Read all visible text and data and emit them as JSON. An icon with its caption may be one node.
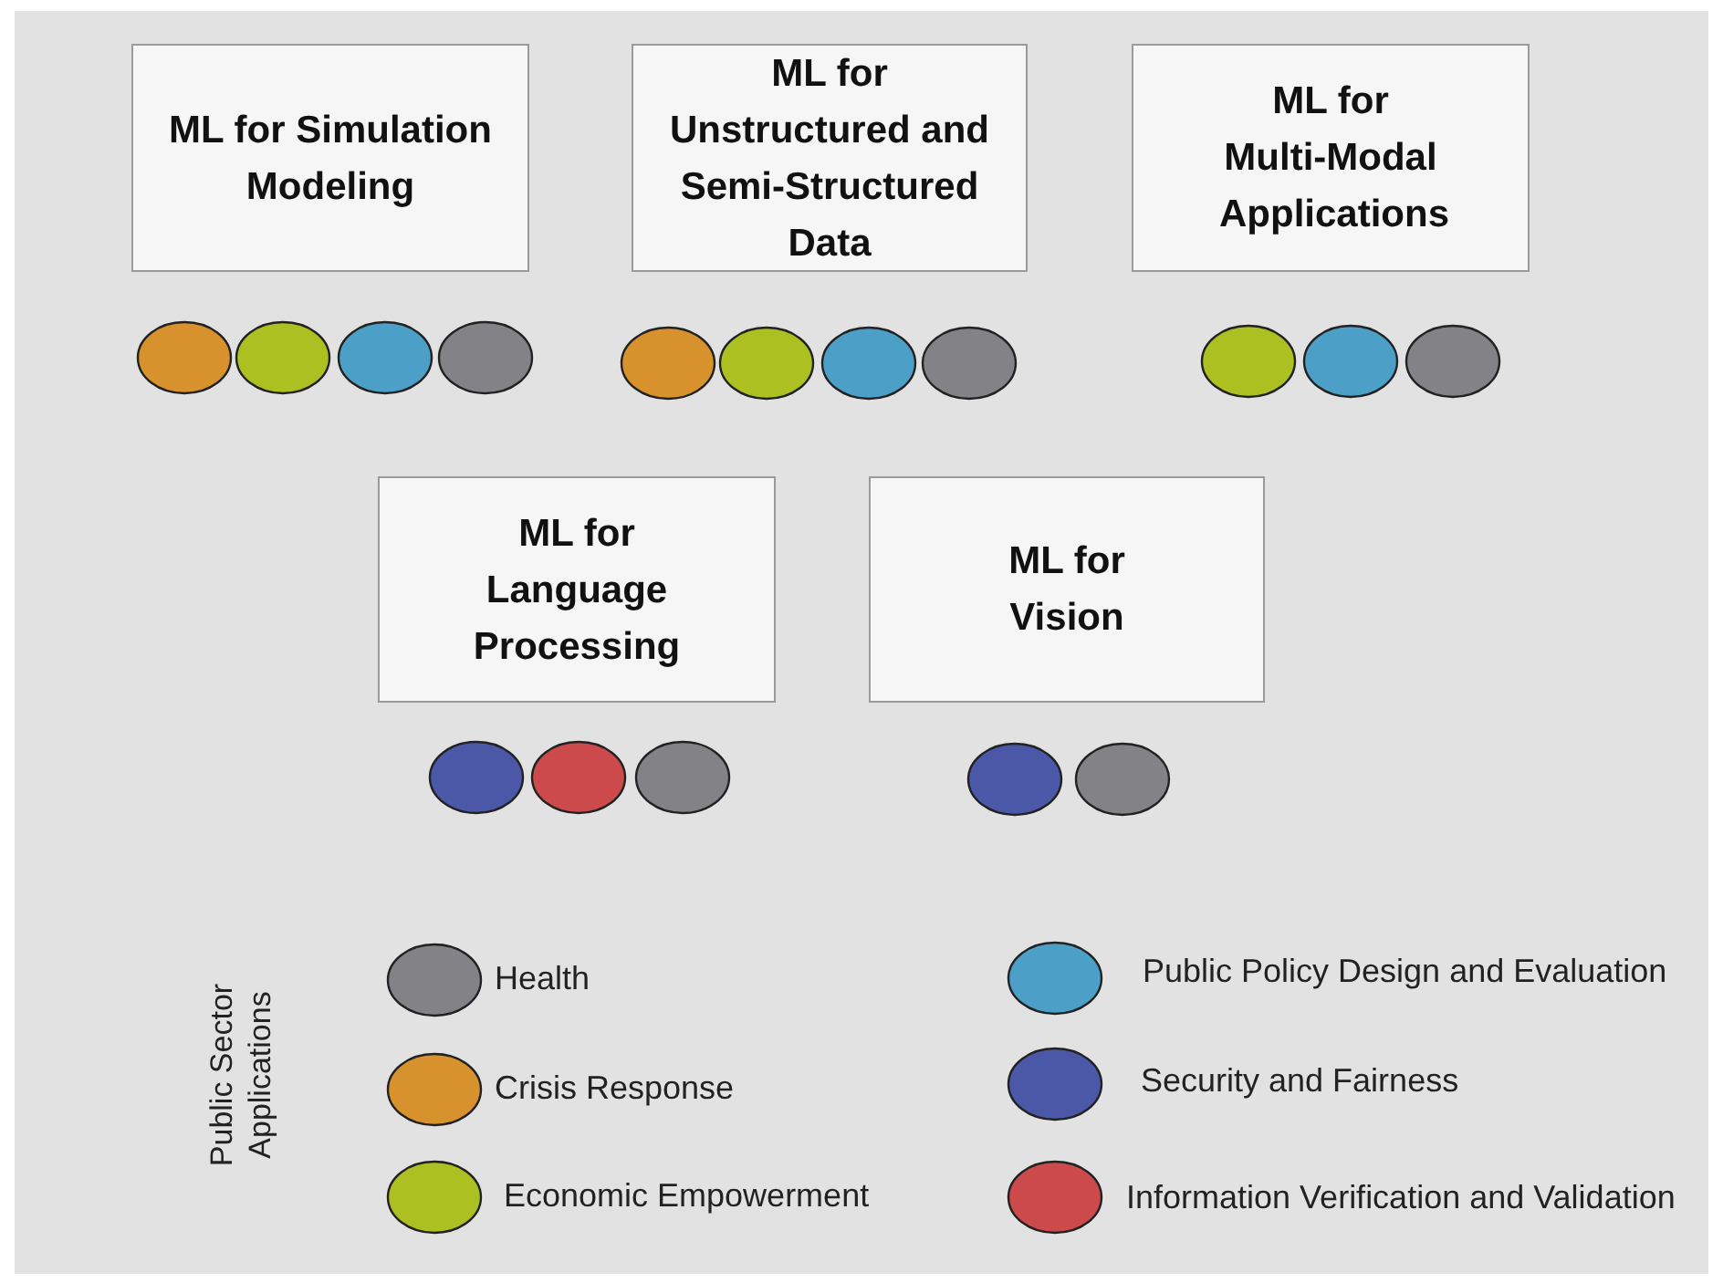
{
  "diagram": {
    "nodes": [
      {
        "text": [
          "ML for Simulation Modeling"
        ]
      },
      {
        "text": [
          "ML for Unstructured and Semi-Structured Data"
        ]
      },
      {
        "text": [
          "ML for Multi-Modal Applications"
        ]
      },
      {
        "text": [
          "ML for Language Processing"
        ]
      },
      {
        "text": [
          "ML for Vision"
        ]
      },
      {
        "text": [],
        "shape": "ellipse"
      },
      {
        "text": [],
        "shape": "ellipse"
      },
      {
        "text": [],
        "shape": "ellipse"
      },
      {
        "text": [],
        "shape": "ellipse"
      },
      {
        "text": [],
        "shape": "ellipse"
      },
      {
        "text": [],
        "shape": "ellipse"
      },
      {
        "text": [],
        "shape": "ellipse"
      },
      {
        "text": [],
        "shape": "ellipse"
      },
      {
        "text": [],
        "shape": "ellipse"
      },
      {
        "text": [],
        "shape": "ellipse"
      },
      {
        "text": [],
        "shape": "ellipse"
      },
      {
        "text": [],
        "shape": "ellipse"
      },
      {
        "text": [],
        "shape": "ellipse"
      },
      {
        "text": [],
        "shape": "ellipse"
      },
      {
        "text": [],
        "shape": "ellipse"
      },
      {
        "text": [],
        "shape": "ellipse"
      }
    ],
    "labels": [
      "Public Sector Applications"
    ],
    "legend": [
      {
        "text": "Health",
        "color": "#838387"
      },
      {
        "text": "Crisis Response",
        "color": "#d7922e"
      },
      {
        "text": "Economic Empowerment",
        "color": "#adc021"
      },
      {
        "text": "Public Policy Design and Evaluation",
        "color": "#4ca0c8"
      },
      {
        "text": "Security and Fairness",
        "color": "#4b57a7"
      },
      {
        "text": "Information Verification and Validation",
        "color": "#cc4a4c"
      }
    ]
  }
}
